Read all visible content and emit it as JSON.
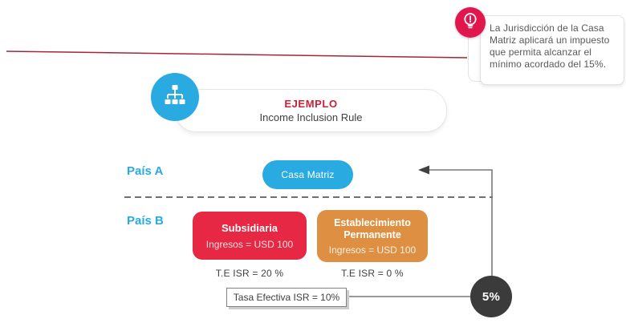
{
  "callout": {
    "icon": "lightbulb-icon",
    "text": "La Jurisdicción de la Casa Matriz aplicará un impuesto que permita alcanzar el mínimo acordado del 15%."
  },
  "header": {
    "icon": "org-chart-icon",
    "title": "EJEMPLO",
    "subtitle": "Income Inclusion Rule"
  },
  "country_a": {
    "label": "País A",
    "entity": "Casa Matriz"
  },
  "country_b": {
    "label": "País B",
    "entities": [
      {
        "title": "Subsidiaria",
        "subtitle": "Ingresos = USD 100",
        "tax_note": "T.E ISR = 20 %"
      },
      {
        "title": "Establecimiento Permanente",
        "subtitle": "Ingresos = USD 100",
        "tax_note": "T.E ISR = 0 %"
      }
    ]
  },
  "summary": {
    "effective_rate_label": "Tasa Efectiva ISR = 10%",
    "topup_rate": "5%"
  },
  "colors": {
    "accent_blue": "#29abe2",
    "entity_red": "#e62844",
    "badge_red": "#e0164d",
    "entity_orange": "#df8f41",
    "topup_dark": "#3b3b3b",
    "header_title_red": "#cc2036",
    "dark_text": "#414042",
    "callout_text_gray": "#58595b",
    "rule_maroon": "#a32638",
    "connector_gray": "#77787b"
  }
}
